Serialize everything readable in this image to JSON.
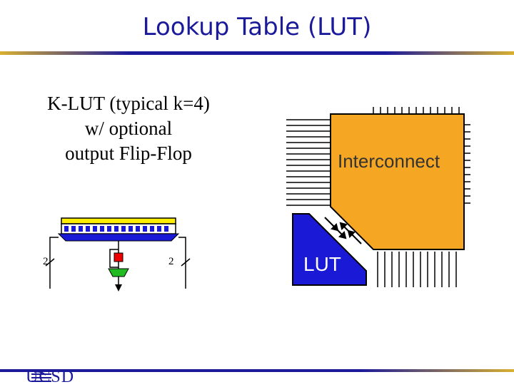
{
  "slide": {
    "title": "Lookup Table (LUT)",
    "caption_lines": [
      "K-LUT (typical k=4)",
      "w/ optional",
      "output Flip-Flop"
    ]
  },
  "schematic": {
    "left_bus_label": "2",
    "right_bus_label": "2"
  },
  "fabric": {
    "interconnect_label": "Interconnect",
    "lut_label": "LUT",
    "colors": {
      "interconnect": "#f5a623",
      "lut": "#1a1ad6",
      "outline": "#000000"
    }
  },
  "footer": {
    "logo_text": "UCSD",
    "colors": {
      "rule": "#1a1a9a",
      "rule_accent": "#d8b030"
    }
  }
}
